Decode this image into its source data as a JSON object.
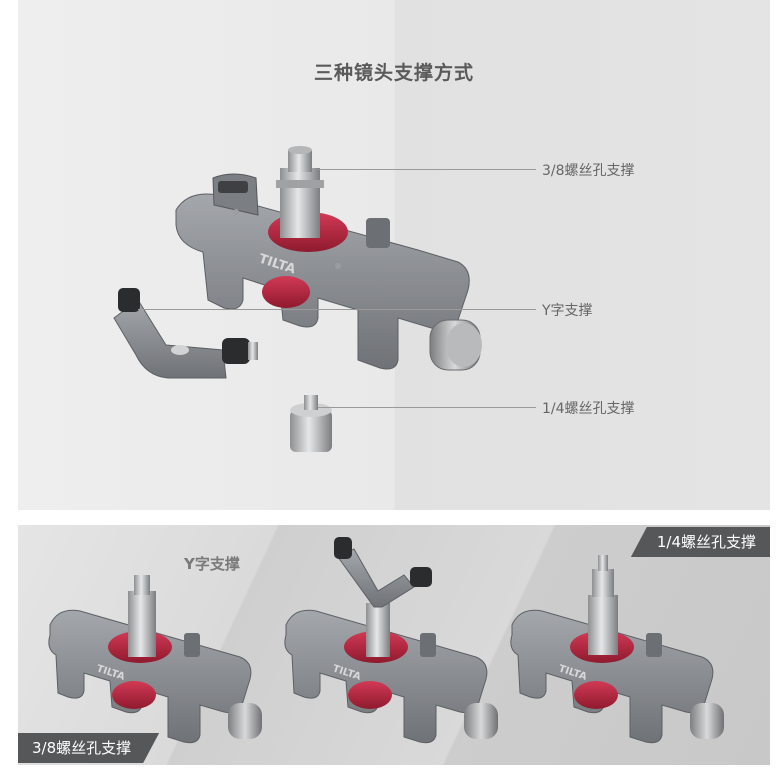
{
  "top": {
    "title": "三种镜头支撑方式",
    "callouts": [
      {
        "label": "3/8螺丝孔支撑"
      },
      {
        "label": "Y字支撑"
      },
      {
        "label": "1/4螺丝孔支撑"
      }
    ]
  },
  "bottom": {
    "labels": [
      {
        "label": "Y字支撑"
      },
      {
        "label": "1/4螺丝孔支撑"
      },
      {
        "label": "3/8螺丝孔支撑"
      }
    ]
  },
  "brand": {
    "logo_text": "TILTA"
  },
  "colors": {
    "metal": "#8d9094",
    "metal_dark": "#6b6e72",
    "accent_red": "#b0243c",
    "steel": "#c4c6c8",
    "tag_bg": "#555759"
  }
}
